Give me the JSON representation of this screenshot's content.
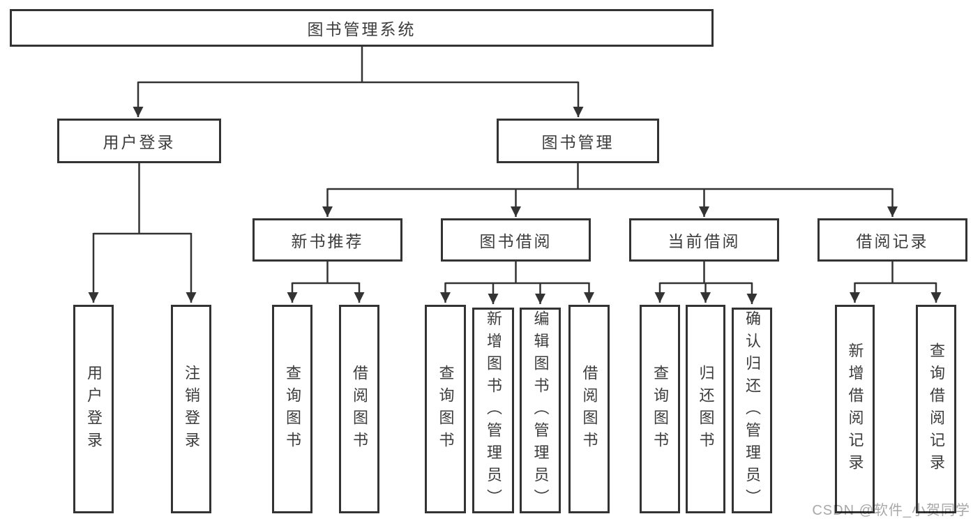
{
  "diagram_title": "图书管理系统",
  "colors": {
    "line": "#333333",
    "border": "#333333",
    "text": "#3c3c3c",
    "background": "#ffffff",
    "watermark": "#a8a8a8"
  },
  "watermark": {
    "text": "CSDN @软件_小贺同学"
  },
  "tree": {
    "label": "图书管理系统",
    "children": [
      {
        "label": "用户登录",
        "children": [
          {
            "label": "用户登录"
          },
          {
            "label": "注销登录"
          }
        ]
      },
      {
        "label": "图书管理",
        "children": [
          {
            "label": "新书推荐",
            "children": [
              {
                "label": "查询图书"
              },
              {
                "label": "借阅图书"
              }
            ]
          },
          {
            "label": "图书借阅",
            "children": [
              {
                "label": "查询图书"
              },
              {
                "label": "新增图书（管理员）"
              },
              {
                "label": "编辑图书（管理员）"
              },
              {
                "label": "借阅图书"
              }
            ]
          },
          {
            "label": "当前借阅",
            "children": [
              {
                "label": "查询图书"
              },
              {
                "label": "归还图书"
              },
              {
                "label": "确认归还（管理员）"
              }
            ]
          },
          {
            "label": "借阅记录",
            "children": [
              {
                "label": "新增借阅记录"
              },
              {
                "label": "查询借阅记录"
              }
            ]
          }
        ]
      }
    ]
  }
}
